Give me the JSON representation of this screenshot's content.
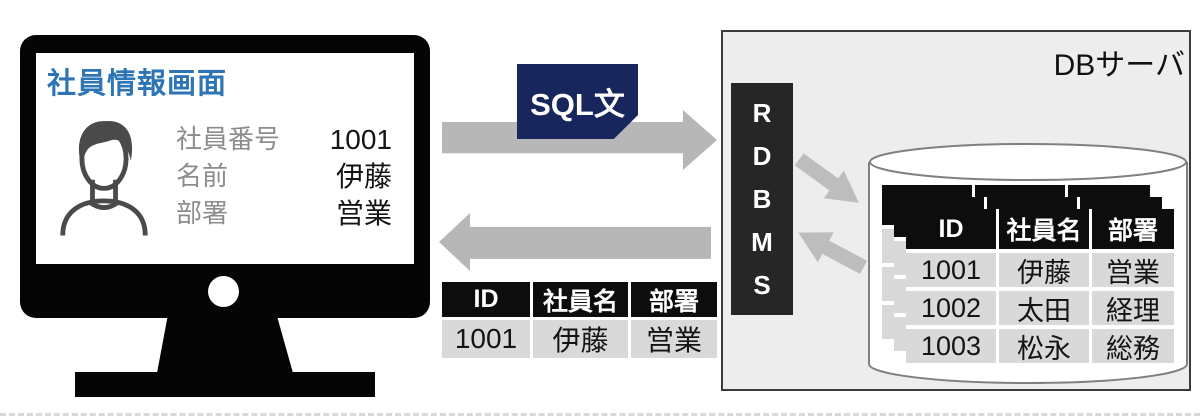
{
  "monitor": {
    "title": "社員情報画面",
    "fields": [
      {
        "label": "社員番号",
        "value": "1001"
      },
      {
        "label": "名前",
        "value": "伊藤"
      },
      {
        "label": "部署",
        "value": "営業"
      }
    ]
  },
  "flow": {
    "sql_label": "SQL文"
  },
  "result_table": {
    "headers": [
      "ID",
      "社員名",
      "部署"
    ],
    "rows": [
      [
        "1001",
        "伊藤",
        "営業"
      ]
    ]
  },
  "db_server": {
    "title": "DBサーバ",
    "rdbms_letters": [
      "R",
      "D",
      "B",
      "M",
      "S"
    ],
    "employee_table": {
      "headers": [
        "ID",
        "社員名",
        "部署"
      ],
      "rows": [
        [
          "1001",
          "伊藤",
          "営業"
        ],
        [
          "1002",
          "太田",
          "経理"
        ],
        [
          "1003",
          "松永",
          "総務"
        ]
      ]
    }
  },
  "icons": {
    "avatar": "person-bust-icon",
    "database": "database-cylinder-icon",
    "request_arrow": "arrow-right-icon",
    "response_arrow": "arrow-left-icon"
  },
  "colors": {
    "title_blue": "#2E75B6",
    "sql_box_navy": "#17265C",
    "arrow_gray": "#B7B7B7",
    "table_header_black": "#0D0D0D",
    "table_row_gray": "#D9D9D9",
    "db_box_bg": "#EDEDED",
    "rdbms_bg": "#262626"
  }
}
